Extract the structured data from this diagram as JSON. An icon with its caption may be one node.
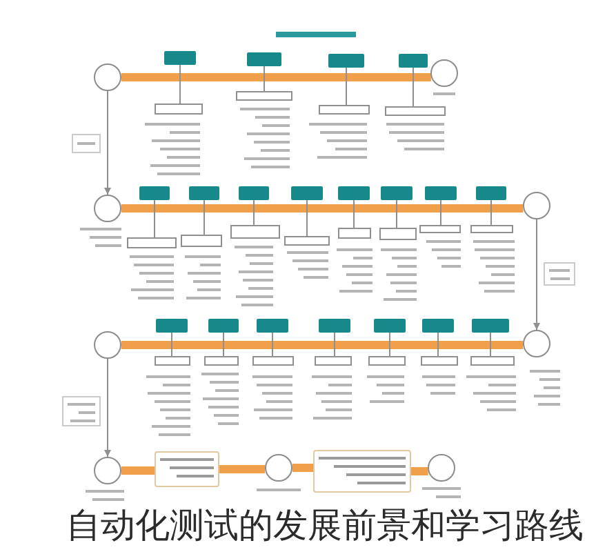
{
  "diagram": {
    "caption": "自动化测试的发展前景和学习路线",
    "nodes": [
      {
        "text": [],
        "shape": "circle"
      },
      {
        "text": [],
        "shape": "circle"
      },
      {
        "text": [],
        "shape": "box"
      },
      {
        "text": [],
        "shape": "box"
      },
      {
        "text": [],
        "shape": "box"
      },
      {
        "text": [],
        "shape": "box"
      },
      {
        "text": [],
        "shape": "box"
      },
      {
        "text": [],
        "shape": "box"
      },
      {
        "text": [],
        "shape": "box"
      },
      {
        "text": [],
        "shape": "box"
      },
      {
        "text": [],
        "shape": "box"
      },
      {
        "text": [],
        "shape": "circle"
      },
      {
        "text": [],
        "shape": "circle"
      },
      {
        "text": [],
        "shape": "box"
      },
      {
        "text": [],
        "shape": "box"
      },
      {
        "text": [],
        "shape": "box"
      },
      {
        "text": [],
        "shape": "box"
      },
      {
        "text": [],
        "shape": "box"
      },
      {
        "text": [],
        "shape": "box"
      },
      {
        "text": [],
        "shape": "box"
      },
      {
        "text": [],
        "shape": "box"
      },
      {
        "text": [],
        "shape": "box"
      },
      {
        "text": [],
        "shape": "box"
      },
      {
        "text": [],
        "shape": "box"
      },
      {
        "text": [],
        "shape": "box"
      },
      {
        "text": [],
        "shape": "box"
      },
      {
        "text": [],
        "shape": "box"
      },
      {
        "text": [],
        "shape": "box"
      },
      {
        "text": [],
        "shape": "box"
      },
      {
        "text": [],
        "shape": "box"
      },
      {
        "text": [],
        "shape": "circle"
      },
      {
        "text": [],
        "shape": "circle"
      },
      {
        "text": [],
        "shape": "box"
      },
      {
        "text": [],
        "shape": "box"
      },
      {
        "text": [],
        "shape": "box"
      },
      {
        "text": [],
        "shape": "box"
      },
      {
        "text": [],
        "shape": "box"
      },
      {
        "text": [],
        "shape": "box"
      },
      {
        "text": [],
        "shape": "box"
      },
      {
        "text": [],
        "shape": "box"
      },
      {
        "text": [],
        "shape": "box"
      },
      {
        "text": [],
        "shape": "box"
      },
      {
        "text": [],
        "shape": "box"
      },
      {
        "text": [],
        "shape": "box"
      },
      {
        "text": [],
        "shape": "box"
      },
      {
        "text": [],
        "shape": "box"
      },
      {
        "text": [],
        "shape": "box"
      },
      {
        "text": [],
        "shape": "circle"
      },
      {
        "text": [],
        "shape": "box"
      },
      {
        "text": [],
        "shape": "circle"
      },
      {
        "text": [],
        "shape": "box"
      },
      {
        "text": [],
        "shape": "circle"
      }
    ],
    "edges": [
      {
        "from": 0,
        "to": 1,
        "arrow": "none",
        "style": "thick",
        "color": "#f0a04a"
      },
      {
        "from": 2,
        "to": 6,
        "arrow": "none"
      },
      {
        "from": 3,
        "to": 7,
        "arrow": "none"
      },
      {
        "from": 4,
        "to": 8,
        "arrow": "none"
      },
      {
        "from": 5,
        "to": 9,
        "arrow": "none"
      },
      {
        "from": 0,
        "to": 11,
        "arrow": "to"
      },
      {
        "from": 11,
        "to": 12,
        "arrow": "none",
        "style": "thick",
        "color": "#f0a04a"
      },
      {
        "from": 13,
        "to": 21,
        "arrow": "none"
      },
      {
        "from": 14,
        "to": 22,
        "arrow": "none"
      },
      {
        "from": 15,
        "to": 23,
        "arrow": "none"
      },
      {
        "from": 16,
        "to": 24,
        "arrow": "none"
      },
      {
        "from": 17,
        "to": 25,
        "arrow": "none"
      },
      {
        "from": 18,
        "to": 26,
        "arrow": "none"
      },
      {
        "from": 19,
        "to": 27,
        "arrow": "none"
      },
      {
        "from": 20,
        "to": 28,
        "arrow": "none"
      },
      {
        "from": 12,
        "to": 31,
        "arrow": "to"
      },
      {
        "from": 30,
        "to": 31,
        "arrow": "none",
        "style": "thick",
        "color": "#f0a04a"
      },
      {
        "from": 32,
        "to": 39,
        "arrow": "none"
      },
      {
        "from": 33,
        "to": 40,
        "arrow": "none"
      },
      {
        "from": 34,
        "to": 41,
        "arrow": "none"
      },
      {
        "from": 35,
        "to": 42,
        "arrow": "none"
      },
      {
        "from": 36,
        "to": 43,
        "arrow": "none"
      },
      {
        "from": 37,
        "to": 44,
        "arrow": "none"
      },
      {
        "from": 38,
        "to": 45,
        "arrow": "none"
      },
      {
        "from": 30,
        "to": 47,
        "arrow": "to"
      },
      {
        "from": 47,
        "to": 48,
        "arrow": "none",
        "style": "thick",
        "color": "#f0a04a"
      },
      {
        "from": 48,
        "to": 49,
        "arrow": "none",
        "style": "thick",
        "color": "#f0a04a"
      },
      {
        "from": 49,
        "to": 50,
        "arrow": "none",
        "style": "thick",
        "color": "#f0a04a"
      },
      {
        "from": 50,
        "to": 51,
        "arrow": "none",
        "style": "thick",
        "color": "#f0a04a"
      }
    ]
  }
}
